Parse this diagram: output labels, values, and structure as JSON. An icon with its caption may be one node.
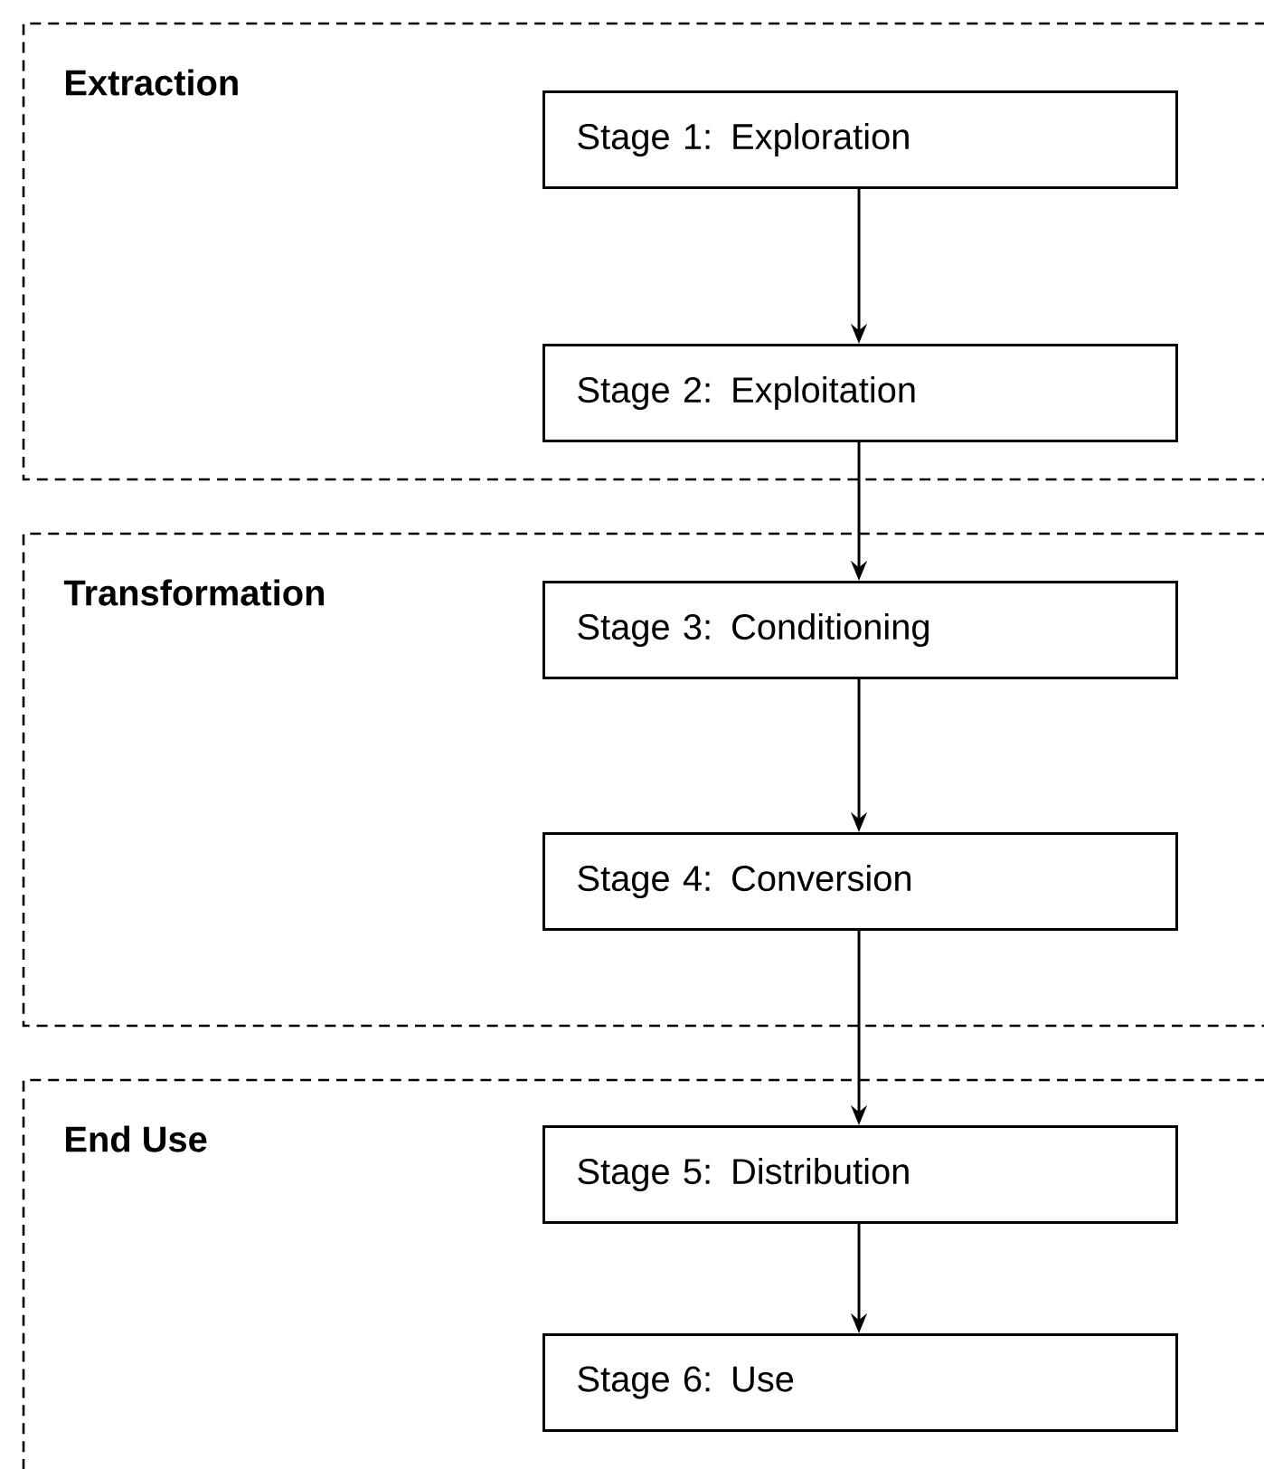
{
  "diagram": {
    "nodes": [
      {
        "text": [
          "Extraction"
        ]
      },
      {
        "text": [
          "Stage 1: Exploration"
        ],
        "in": 0
      },
      {
        "text": [
          "Stage 2: Exploitation"
        ],
        "in": 0
      },
      {
        "text": [
          "Transformation"
        ]
      },
      {
        "text": [
          "Stage 3: Conditioning"
        ],
        "in": 3
      },
      {
        "text": [
          "Stage 4: Conversion"
        ],
        "in": 3
      },
      {
        "text": [
          "End Use"
        ]
      },
      {
        "text": [
          "Stage 5: Distribution"
        ],
        "in": 6
      },
      {
        "text": [
          "Stage 6: Use"
        ],
        "in": 6
      }
    ],
    "edges": [
      {
        "from": 1,
        "to": 2,
        "arrow": "to"
      },
      {
        "from": 2,
        "to": 4,
        "arrow": "to"
      },
      {
        "from": 4,
        "to": 5,
        "arrow": "to"
      },
      {
        "from": 5,
        "to": 7,
        "arrow": "to"
      },
      {
        "from": 7,
        "to": 8,
        "arrow": "to"
      }
    ]
  }
}
